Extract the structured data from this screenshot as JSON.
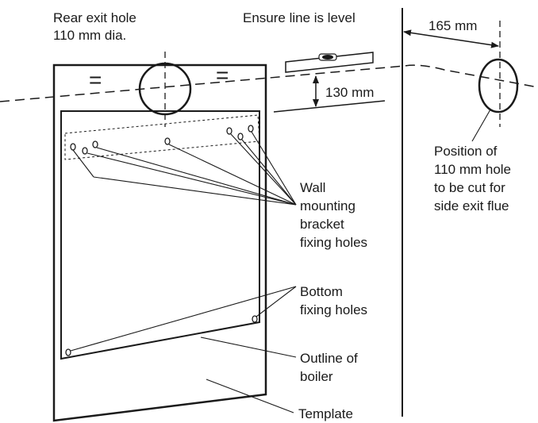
{
  "labels": {
    "rear_exit_line1": "Rear exit hole",
    "rear_exit_line2": "110 mm dia.",
    "ensure_level": "Ensure line is level",
    "dim_165": "165 mm",
    "dim_130": "130 mm",
    "equal_left": "=",
    "equal_right": "=",
    "side_hole": [
      "Position of",
      "110 mm hole",
      "to be cut for",
      "side exit flue"
    ],
    "wall_bracket": [
      "Wall",
      "mounting",
      "bracket",
      "fixing holes"
    ],
    "bottom_holes": [
      "Bottom",
      "fixing holes"
    ],
    "outline": [
      "Outline of",
      "boiler"
    ],
    "template": "Template"
  }
}
